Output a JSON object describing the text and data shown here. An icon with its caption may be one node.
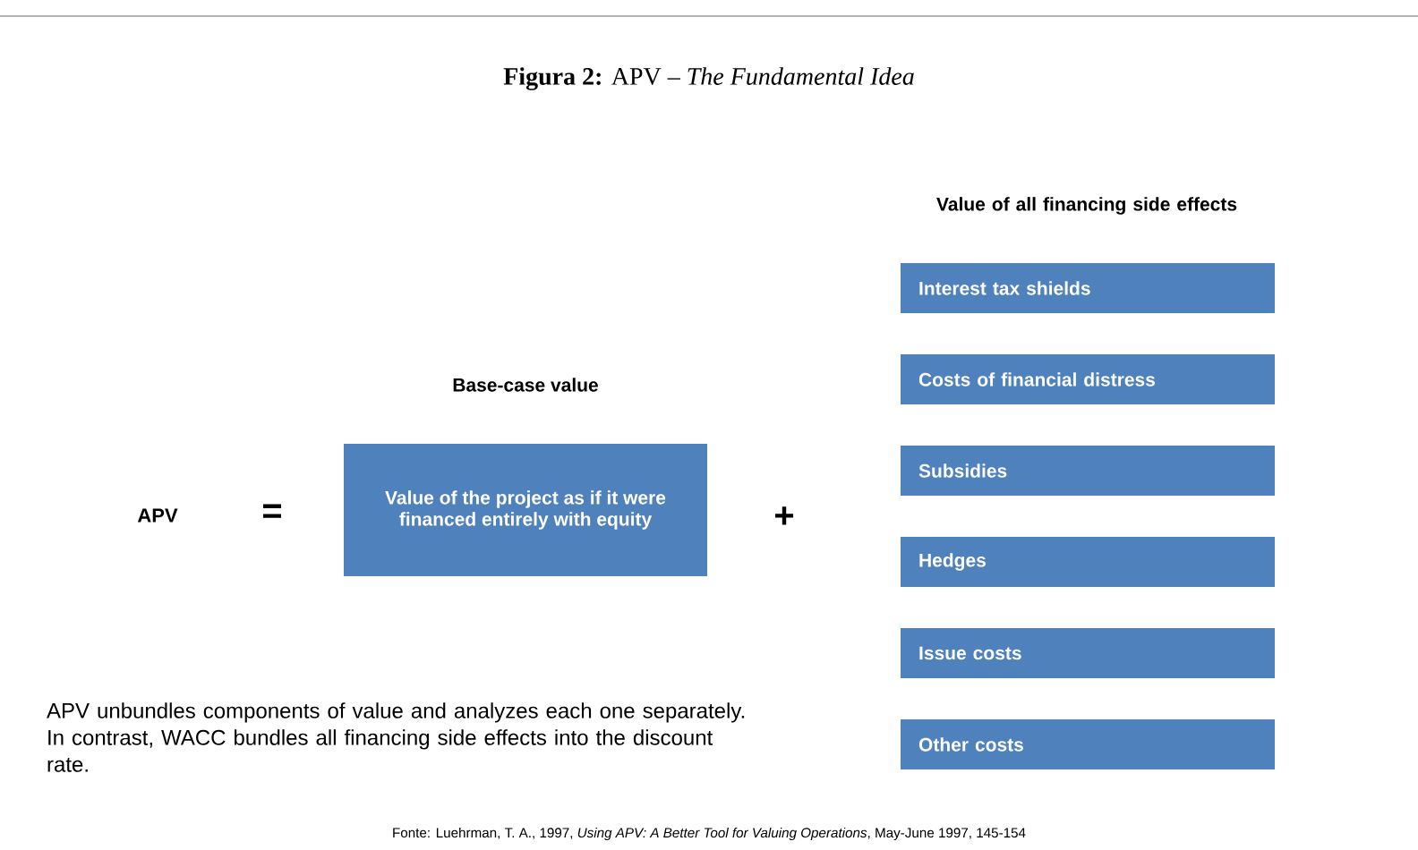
{
  "diagram": {
    "title": "**Figura 2:** APV – *The Fundamental Idea*",
    "nodes": [
      {
        "text": [
          "Base-case value",
          "Value of the project as if it were financed entirely with equity"
        ]
      },
      {
        "text": [
          "Interest tax shields"
        ]
      },
      {
        "text": [
          "Costs of financial distress"
        ]
      },
      {
        "text": [
          "Subsidies"
        ]
      },
      {
        "text": [
          "Hedges"
        ]
      },
      {
        "text": [
          "Issue costs"
        ]
      },
      {
        "text": [
          "Other costs"
        ]
      }
    ],
    "edges": [],
    "labels": [
      "APV",
      "=",
      "+",
      "Value of all financing side effects",
      "APV unbundles components of value and analyzes each one separately. In contrast, WACC bundles all financing side effects into the discount rate.",
      "Fonte: Luehrman, T. A., 1997, *Using APV: A Better Tool for Valuing Operations*, May-June 1997, 145-154"
    ]
  }
}
